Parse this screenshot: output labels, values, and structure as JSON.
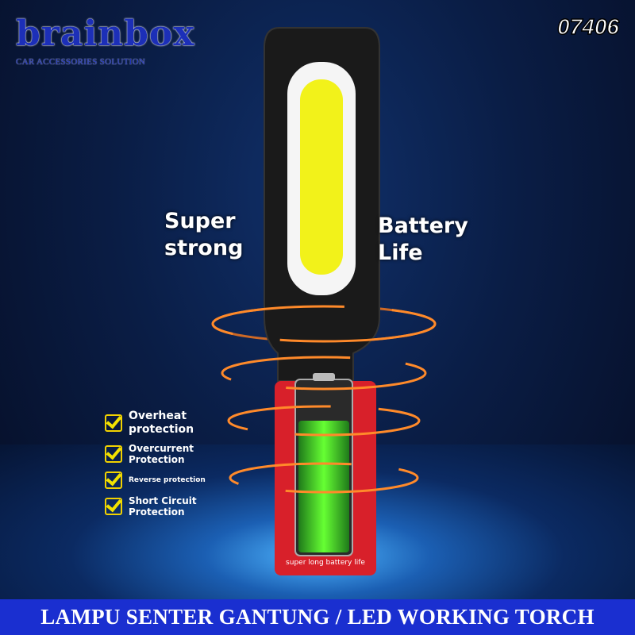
{
  "brand": {
    "name": "brainbox",
    "tagline": "CAR ACCESSORIES SOLUTION"
  },
  "product_code": "07406",
  "headlines": {
    "left": [
      "Super",
      "strong"
    ],
    "right": [
      "Battery",
      "Life"
    ]
  },
  "features": [
    {
      "label": "Overheat protection"
    },
    {
      "label": "Overcurrent Protection"
    },
    {
      "label": "Reverse protection"
    },
    {
      "label": "Short Circuit Protection"
    }
  ],
  "base_label": "super long battery life",
  "banner": "LAMPU SENTER GANTUNG / LED WORKING TORCH",
  "colors": {
    "banner": "#1a2fd0",
    "light": "#f2f21a",
    "base": "#d8202a",
    "ring": "#ff7a1a",
    "check": "#f2d200"
  }
}
